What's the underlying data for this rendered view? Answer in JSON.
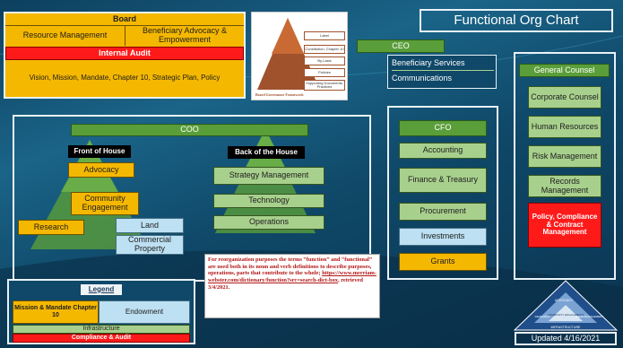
{
  "title": "Functional Org Chart",
  "board": {
    "label": "Board",
    "resource": "Resource Management",
    "advocacy": "Beneficiary Advocacy & Empowerment",
    "audit": "Internal Audit",
    "vision": "Vision, Mission, Mandate, Chapter 10, Strategic Plan, Policy"
  },
  "pyramid": {
    "levels": [
      "Label",
      "Constitution, Chapter 10",
      "By-Laws",
      "Policies",
      "Supporting Documents, Practices"
    ],
    "caption": "Board Governance Framework"
  },
  "ceo": {
    "label": "CEO",
    "items": [
      "Beneficiary Services",
      "Communications"
    ]
  },
  "general_counsel": {
    "label": "General Counsel",
    "items": [
      "Corporate Counsel",
      "Human Resources",
      "Risk Management",
      "Records Management",
      "Policy, Compliance & Contract Management"
    ]
  },
  "cfo": {
    "label": "CFO",
    "items": [
      "Accounting",
      "Finance & Treasury",
      "Procurement",
      "Investments",
      "Grants"
    ]
  },
  "coo": {
    "label": "COO",
    "front": {
      "label": "Front of House",
      "items": [
        "Advocacy",
        "Community Engagement",
        "Research",
        "Land",
        "Commercial Property"
      ]
    },
    "back": {
      "label": "Back of the House",
      "items": [
        "Strategy Management",
        "Technology",
        "Operations"
      ]
    }
  },
  "note": {
    "text": "For reorganization purposes the terms “function” and “functional” are used both in its noun and verb definitions to describe purposes, operations, parts that contribute to the whole; ",
    "link": "https://www.merriam-webster.com/dictionary/function?src=search-dict-box",
    "suffix": ", retrieved 3/4/2021."
  },
  "legend": {
    "label": "Legend",
    "mission": "Mission & Mandate Chapter 10",
    "endowment": "Endowment",
    "infrastructure": "Infrastructure",
    "compliance": "Compliance & Audit"
  },
  "triangle": {
    "labels": [
      "ADVOCACY",
      "COMMUNITY ENGAGEMENT",
      "RESEARCH",
      "LAND MANAGEMENT",
      "INFRASTRUCTURE"
    ]
  },
  "updated": "Updated 4/16/2021"
}
